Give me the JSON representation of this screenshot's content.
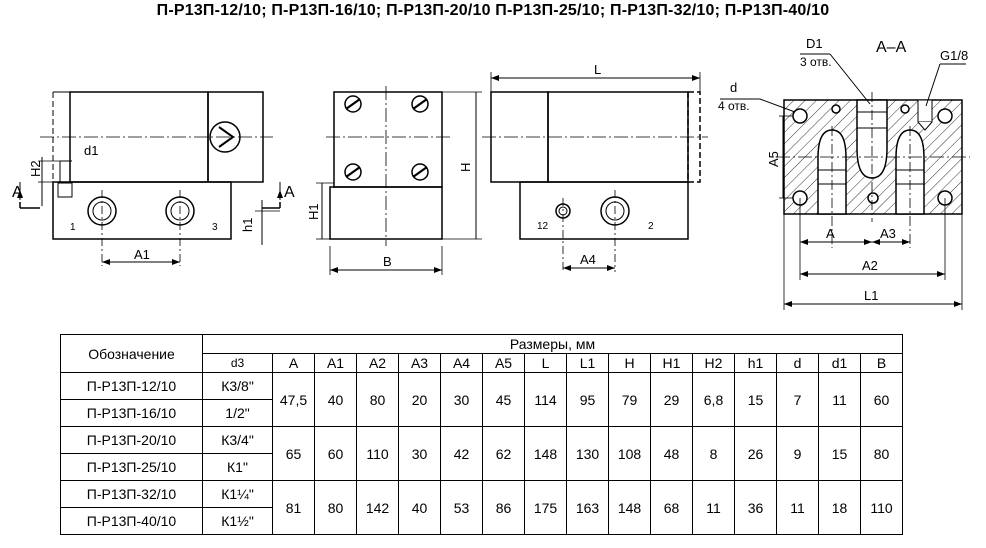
{
  "title": "П-Р13П-12/10; П-Р13П-16/10; П-Р13П-20/10 П-Р13П-25/10; П-Р13П-32/10; П-Р13П-40/10",
  "drawing": {
    "labels": {
      "A_left": "A",
      "A_right": "A",
      "H2": "H2",
      "d1": "d1",
      "h1": "h1",
      "A1": "A1",
      "port_1": "1",
      "port_3": "3",
      "H1": "H1",
      "H": "H",
      "B": "B",
      "L": "L",
      "port_12": "12",
      "port_2": "2",
      "A4": "A4",
      "section": "A–A",
      "D1": "D1",
      "D1_count": "3 отв.",
      "G": "G1/8",
      "d": "d",
      "d_count": "4 отв.",
      "A5": "A5",
      "A_dim": "A",
      "A3": "A3",
      "A2": "A2",
      "L1": "L1"
    }
  },
  "table": {
    "header_designation": "Обозначение",
    "header_sizes": "Размеры, мм",
    "columns": [
      "d3",
      "A",
      "A1",
      "A2",
      "A3",
      "A4",
      "A5",
      "L",
      "L1",
      "H",
      "H1",
      "H2",
      "h1",
      "d",
      "d1",
      "B"
    ],
    "groups": [
      {
        "rows": [
          {
            "name": "П-Р13П-12/10",
            "d3": "К3/8\""
          },
          {
            "name": "П-Р13П-16/10",
            "d3": "1/2\""
          }
        ],
        "values": [
          "47,5",
          "40",
          "80",
          "20",
          "30",
          "45",
          "114",
          "95",
          "79",
          "29",
          "6,8",
          "15",
          "7",
          "11",
          "60"
        ]
      },
      {
        "rows": [
          {
            "name": "П-Р13П-20/10",
            "d3": "К3/4\""
          },
          {
            "name": "П-Р13П-25/10",
            "d3": "К1\""
          }
        ],
        "values": [
          "65",
          "60",
          "110",
          "30",
          "42",
          "62",
          "148",
          "130",
          "108",
          "48",
          "8",
          "26",
          "9",
          "15",
          "80"
        ]
      },
      {
        "rows": [
          {
            "name": "П-Р13П-32/10",
            "d3": "К1¼\""
          },
          {
            "name": "П-Р13П-40/10",
            "d3": "К1½\""
          }
        ],
        "values": [
          "81",
          "80",
          "142",
          "40",
          "53",
          "86",
          "175",
          "163",
          "148",
          "68",
          "11",
          "36",
          "11",
          "18",
          "110"
        ]
      }
    ]
  }
}
